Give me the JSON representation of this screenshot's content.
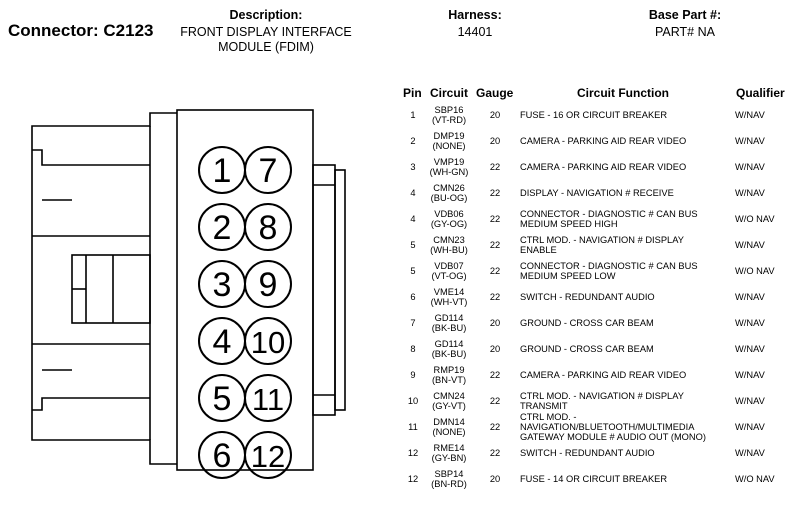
{
  "connector_label": "Connector: C2123",
  "description": {
    "label": "Description:",
    "line1": "FRONT DISPLAY INTERFACE",
    "line2": "MODULE (FDIM)"
  },
  "harness": {
    "label": "Harness:",
    "value": "14401"
  },
  "base_part": {
    "label": "Base Part #:",
    "value": "PART# NA"
  },
  "columns": {
    "pin": "Pin",
    "circuit": "Circuit",
    "gauge": "Gauge",
    "function": "Circuit Function",
    "qualifier": "Qualifier"
  },
  "pin_numbers": [
    "1",
    "2",
    "3",
    "4",
    "5",
    "6",
    "7",
    "8",
    "9",
    "10",
    "11",
    "12"
  ],
  "rows": [
    {
      "pin": "1",
      "circuit": "SBP16",
      "color": "(VT-RD)",
      "gauge": "20",
      "function": "FUSE - 16 OR CIRCUIT BREAKER",
      "qualifier": "W/NAV"
    },
    {
      "pin": "2",
      "circuit": "DMP19",
      "color": "(NONE)",
      "gauge": "20",
      "function": "CAMERA - PARKING AID REAR VIDEO",
      "qualifier": "W/NAV"
    },
    {
      "pin": "3",
      "circuit": "VMP19",
      "color": "(WH-GN)",
      "gauge": "22",
      "function": "CAMERA - PARKING AID REAR VIDEO",
      "qualifier": "W/NAV"
    },
    {
      "pin": "4",
      "circuit": "CMN26",
      "color": "(BU-OG)",
      "gauge": "22",
      "function": "DISPLAY - NAVIGATION # RECEIVE",
      "qualifier": "W/NAV"
    },
    {
      "pin": "4",
      "circuit": "VDB06",
      "color": "(GY-OG)",
      "gauge": "22",
      "function": "CONNECTOR - DIAGNOSTIC # CAN BUS\nMEDIUM SPEED HIGH",
      "qualifier": "W/O NAV"
    },
    {
      "pin": "5",
      "circuit": "CMN23",
      "color": "(WH-BU)",
      "gauge": "22",
      "function": "CTRL MOD. - NAVIGATION # DISPLAY\nENABLE",
      "qualifier": "W/NAV"
    },
    {
      "pin": "5",
      "circuit": "VDB07",
      "color": "(VT-OG)",
      "gauge": "22",
      "function": "CONNECTOR - DIAGNOSTIC # CAN BUS\nMEDIUM SPEED LOW",
      "qualifier": "W/O NAV"
    },
    {
      "pin": "6",
      "circuit": "VME14",
      "color": "(WH-VT)",
      "gauge": "22",
      "function": "SWITCH - REDUNDANT AUDIO",
      "qualifier": "W/NAV"
    },
    {
      "pin": "7",
      "circuit": "GD114",
      "color": "(BK-BU)",
      "gauge": "20",
      "function": "GROUND - CROSS CAR BEAM",
      "qualifier": "W/NAV"
    },
    {
      "pin": "8",
      "circuit": "GD114",
      "color": "(BK-BU)",
      "gauge": "20",
      "function": "GROUND - CROSS CAR BEAM",
      "qualifier": "W/NAV"
    },
    {
      "pin": "9",
      "circuit": "RMP19",
      "color": "(BN-VT)",
      "gauge": "22",
      "function": "CAMERA - PARKING AID REAR VIDEO",
      "qualifier": "W/NAV"
    },
    {
      "pin": "10",
      "circuit": "CMN24",
      "color": "(GY-VT)",
      "gauge": "22",
      "function": "CTRL MOD. - NAVIGATION # DISPLAY\nTRANSMIT",
      "qualifier": "W/NAV"
    },
    {
      "pin": "11",
      "circuit": "DMN14",
      "color": "(NONE)",
      "gauge": "22",
      "function": "CTRL MOD. -\nNAVIGATION/BLUETOOTH/MULTIMEDIA\nGATEWAY MODULE # AUDIO OUT (MONO)",
      "qualifier": "W/NAV"
    },
    {
      "pin": "12",
      "circuit": "RME14",
      "color": "(GY-BN)",
      "gauge": "22",
      "function": "SWITCH - REDUNDANT AUDIO",
      "qualifier": "W/NAV"
    },
    {
      "pin": "12",
      "circuit": "SBP14",
      "color": "(BN-RD)",
      "gauge": "20",
      "function": "FUSE - 14 OR CIRCUIT BREAKER",
      "qualifier": "W/O NAV"
    }
  ]
}
